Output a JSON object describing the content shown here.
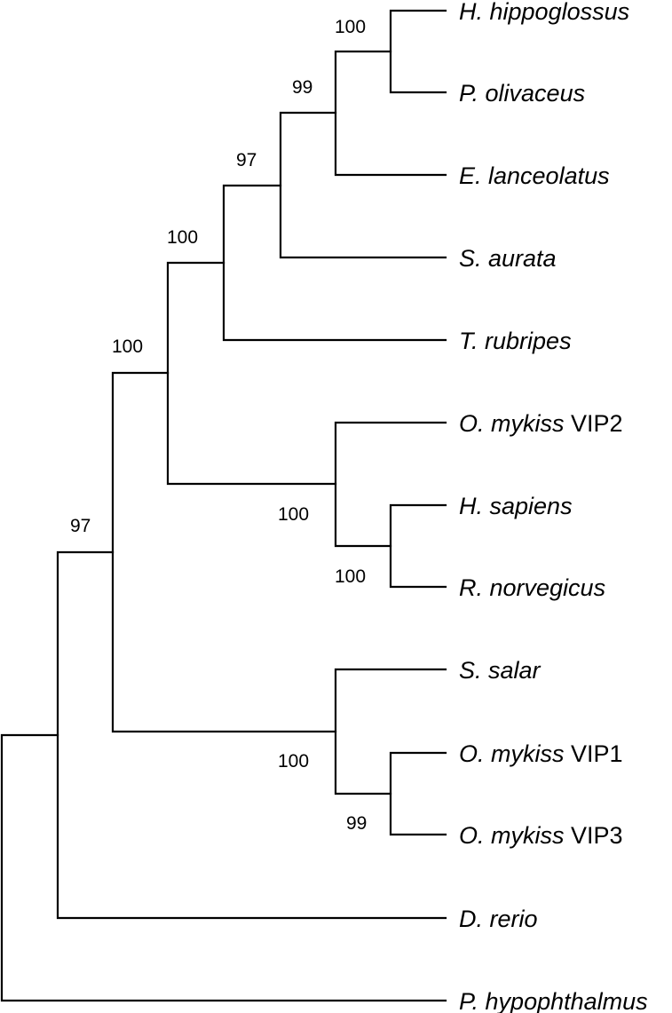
{
  "tree": {
    "taxa": [
      {
        "species": "H. hippoglossus",
        "suffix": ""
      },
      {
        "species": "P. olivaceus",
        "suffix": ""
      },
      {
        "species": "E. lanceolatus",
        "suffix": ""
      },
      {
        "species": "S. aurata",
        "suffix": ""
      },
      {
        "species": "T. rubripes",
        "suffix": ""
      },
      {
        "species": "O. mykiss",
        "suffix": "VIP2"
      },
      {
        "species": "H. sapiens",
        "suffix": ""
      },
      {
        "species": "R. norvegicus",
        "suffix": ""
      },
      {
        "species": "S. salar",
        "suffix": ""
      },
      {
        "species": "O. mykiss",
        "suffix": "VIP1"
      },
      {
        "species": "O. mykiss",
        "suffix": "VIP3"
      },
      {
        "species": "D. rerio",
        "suffix": ""
      },
      {
        "species": "P. hypophthalmus",
        "suffix": ""
      }
    ],
    "support_values": {
      "hippoglossus_olivaceus": "100",
      "with_lanceolatus": "99",
      "with_aurata": "97",
      "with_rubripes": "100",
      "acanthopterygii_vs_vip2_group": "100",
      "vip2_mammals": "100",
      "sapiens_norvegicus": "100",
      "salar_vip1_vip3": "100",
      "vip1_vip3": "99",
      "with_rerio": "97"
    }
  }
}
